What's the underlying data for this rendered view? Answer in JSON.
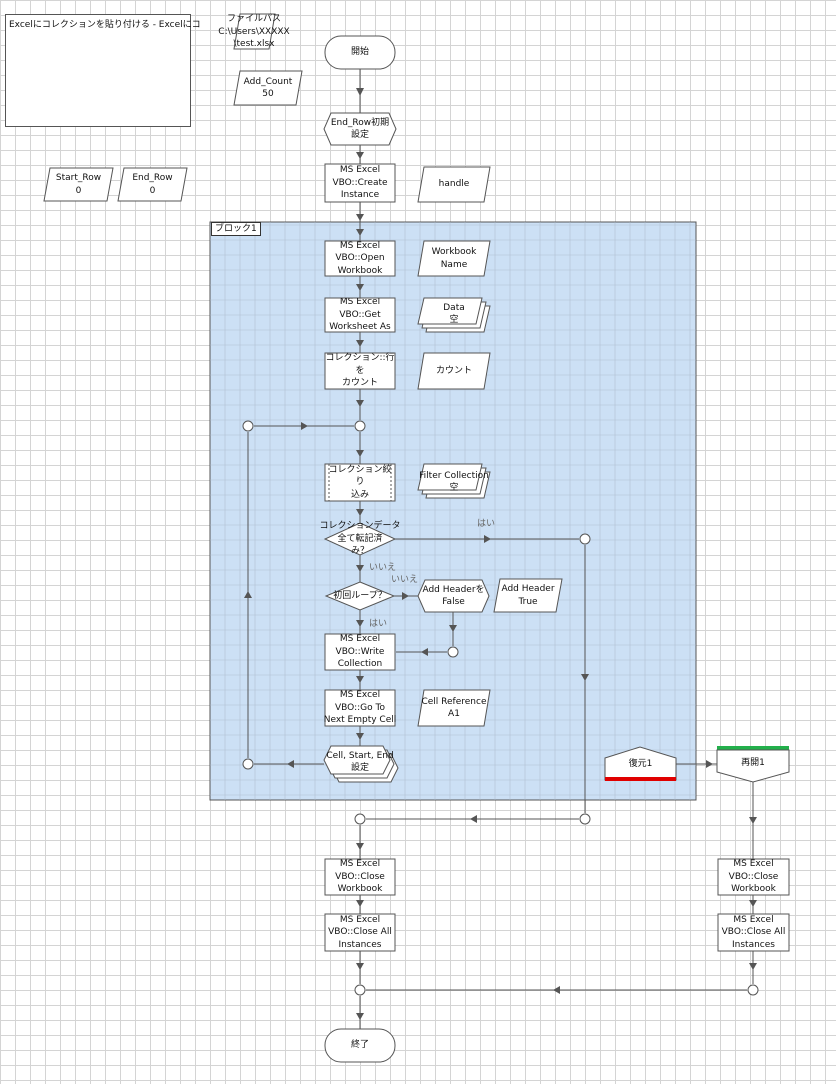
{
  "note": {
    "text": "Excelにコレクションを貼り付ける - Excelにコ"
  },
  "block": {
    "label": "ブロック1"
  },
  "data_items": {
    "file_path": "ファイルパス\nC:\\Users\\XXXXX\n\\test.xlsx",
    "add_count": "Add_Count\n50",
    "start_row": "Start_Row\n0",
    "end_row": "End_Row\n0",
    "handle": "handle",
    "workbook_name": "Workbook\nName",
    "data": "Data\n空",
    "count": "カウント",
    "filter_collection": "Filter Collection\n空",
    "add_header_true": "Add Header\nTrue",
    "cell_reference": "Cell Reference\nA1"
  },
  "nodes": {
    "start": "開始",
    "end_row_init": "End_Row初期\n設定",
    "create_instance": "MS Excel\nVBO::Create\nInstance",
    "open_workbook": "MS Excel\nVBO::Open\nWorkbook",
    "get_worksheet": "MS Excel\nVBO::Get\nWorksheet As",
    "count_rows": "コレクション::行を\nカウント",
    "filter": "コレクション絞り\n込み",
    "all_done": "コレクションデータ\n全て転記済\nみ？",
    "first_loop": "初回ループ？",
    "add_header_false": "Add  Headerを\nFalse",
    "write_collection": "MS Excel\nVBO::Write\nCollection",
    "go_to_next": "MS Excel\nVBO::Go To\nNext Empty Cell",
    "cell_start_end": "Cell, Start, End\n設定",
    "close_workbook": "MS Excel\nVBO::Close\nWorkbook",
    "close_all": "MS Excel\nVBO::Close All\nInstances",
    "recover": "復元1",
    "resume": "再開1",
    "close_workbook_2": "MS Excel\nVBO::Close\nWorkbook",
    "close_all_2": "MS Excel\nVBO::Close All\nInstances",
    "end": "終了"
  },
  "branch_labels": {
    "yes_1": "はい",
    "no_1": "いいえ",
    "no_2": "いいえ",
    "yes_2": "はい"
  },
  "colors": {
    "block_fill": "#cce0f5",
    "line": "#555555",
    "recover_bar": "#e00000",
    "resume_bar": "#22b04b"
  }
}
